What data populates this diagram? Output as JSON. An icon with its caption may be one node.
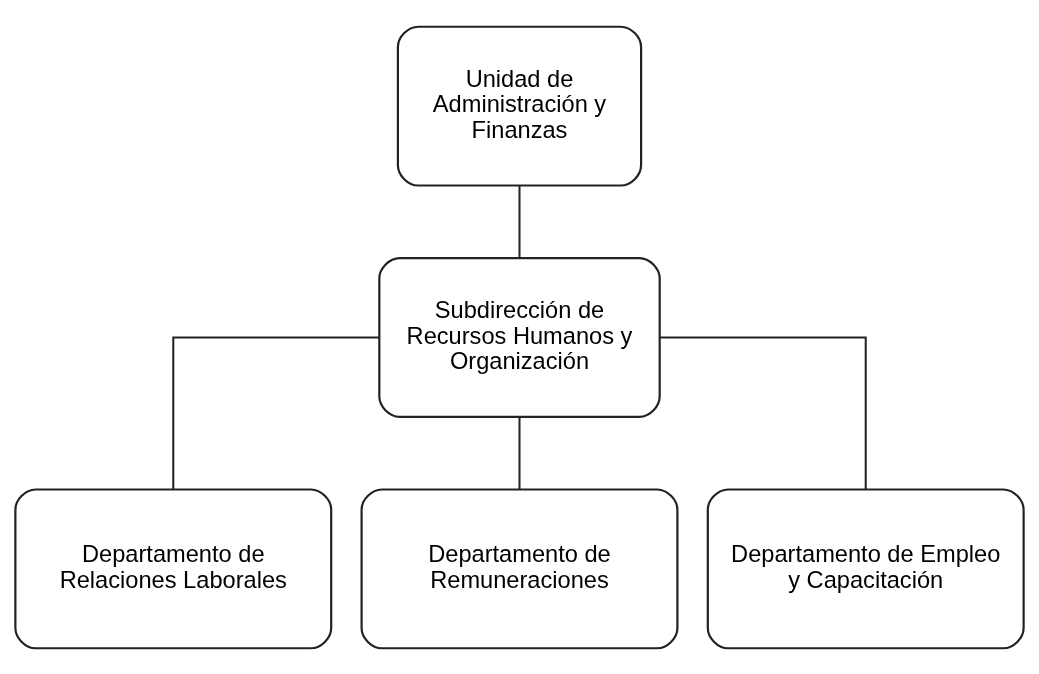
{
  "diagram": {
    "nodes": [
      {
        "text": [
          "Unidad de Administración y Finanzas"
        ]
      },
      {
        "text": [
          "Subdirección de Recursos Humanos y Organización"
        ]
      },
      {
        "text": [
          "Departamento de Relaciones Laborales"
        ]
      },
      {
        "text": [
          "Departamento de Remuneraciones"
        ]
      },
      {
        "text": [
          "Departamento de Empleo y Capacitación"
        ]
      }
    ],
    "edges": [
      {
        "from": 0,
        "to": 1,
        "arrow": "none"
      },
      {
        "from": 1,
        "to": 2,
        "arrow": "none"
      },
      {
        "from": 1,
        "to": 3,
        "arrow": "none"
      },
      {
        "from": 1,
        "to": 4,
        "arrow": "none"
      }
    ]
  }
}
